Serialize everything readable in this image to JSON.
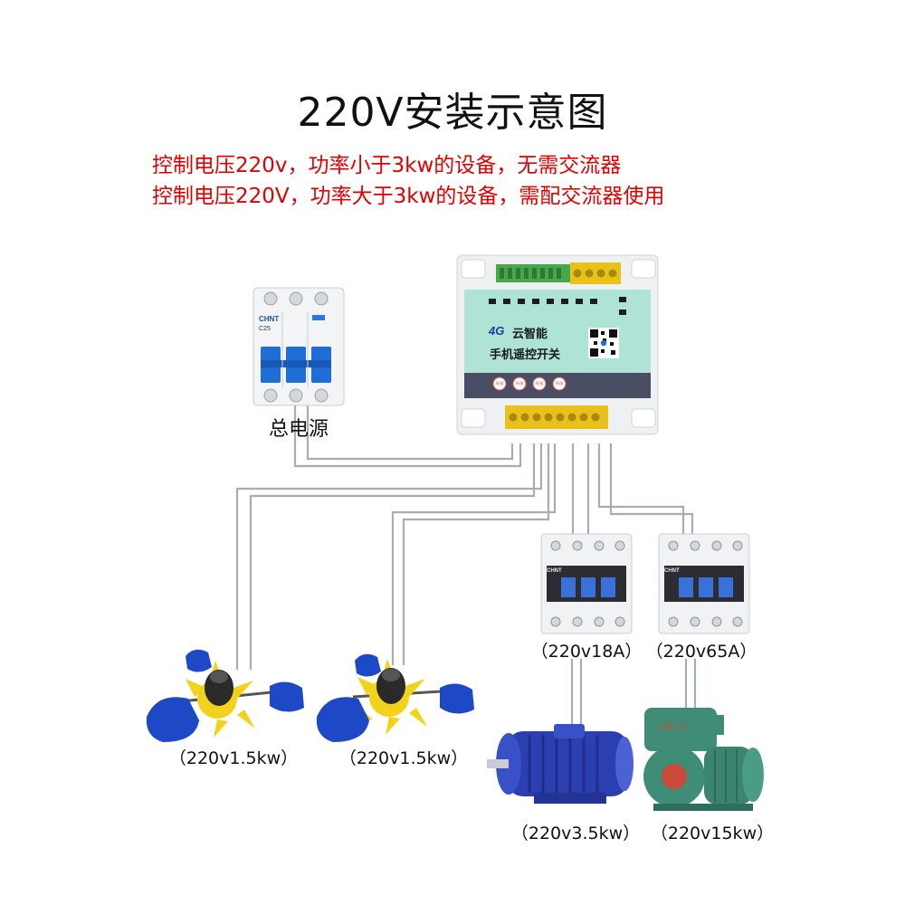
{
  "title": "220V安装示意图",
  "notes": [
    "控制电压220v，功率小于3kw的设备，无需交流器",
    "控制电压220V，功率大于3kw的设备，需配交流器使用"
  ],
  "breaker": {
    "brand": "CHNT",
    "model": "C25",
    "label": "总电源"
  },
  "controller": {
    "badge": "4G",
    "line1": "云智能",
    "line2": "手机遥控开关",
    "button_labels": [
      "开/关",
      "开/关",
      "开/关",
      "开/关"
    ]
  },
  "contactors": [
    {
      "brand": "CHNT",
      "label": "（220v18A）"
    },
    {
      "brand": "CHNT",
      "label": "（220v65A）"
    }
  ],
  "devices": [
    {
      "name": "aerator-1",
      "label": "（220v1.5kw）"
    },
    {
      "name": "aerator-2",
      "label": "（220v1.5kw）"
    },
    {
      "name": "motor",
      "label": "（220v3.5kw）"
    },
    {
      "name": "pump",
      "brand": "上海上元",
      "label": "（220v15kw）"
    }
  ],
  "colors": {
    "note_red": "#e00000",
    "wire_gray": "#a9adb1",
    "controller_teal": "#aee3d6",
    "controller_panel": "#4a4e63",
    "terminal_yellow": "#e8c21a",
    "terminal_green": "#46a84a",
    "breaker_blue": "#1f6ed8",
    "aerator_blue": "#1d49c6",
    "aerator_yellow": "#f2d21b",
    "motor_blue": "#2c3fb0",
    "pump_green": "#3f8d76"
  }
}
